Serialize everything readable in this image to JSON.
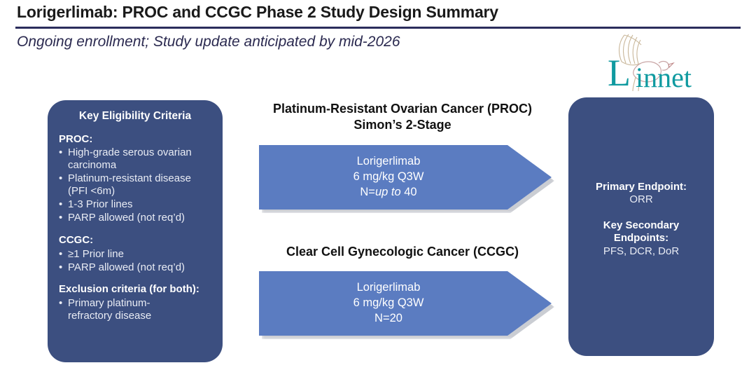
{
  "header": {
    "title": "Lorigerlimab: PROC and CCGC Phase 2 Study Design Summary",
    "subtitle": "Ongoing enrollment; Study update anticipated by mid-2026",
    "logo_text": "Linnet",
    "logo_icon": "dove-bird-icon"
  },
  "colors": {
    "navy_panel": "#3c4f80",
    "arrow_blue": "#5b7cc1",
    "rule_navy": "#2b2d5c",
    "title_black": "#1a1a1a",
    "subtitle_navy": "#2b2a50",
    "logo_teal": "#0f9aa0"
  },
  "eligibility": {
    "heading": "Key Eligibility Criteria",
    "groups": [
      {
        "label": "PROC:",
        "items": [
          {
            "line1": "High-grade serous ovarian",
            "line2": "carcinoma"
          },
          {
            "line1": "Platinum-resistant disease",
            "line2": "(PFI <6m)"
          },
          {
            "line1": "1-3 Prior lines",
            "line2": ""
          },
          {
            "line1": "PARP allowed (not req’d)",
            "line2": ""
          }
        ]
      },
      {
        "label": "CCGC:",
        "items": [
          {
            "line1": "≥1 Prior line",
            "line2": ""
          },
          {
            "line1": "PARP allowed (not req’d)",
            "line2": ""
          }
        ]
      },
      {
        "label": "Exclusion criteria (for both):",
        "items": [
          {
            "line1": "Primary platinum-",
            "line2": "refractory disease"
          }
        ]
      }
    ]
  },
  "cohorts": [
    {
      "heading_line1": "Platinum-Resistant Ovarian Cancer (PROC)",
      "heading_line2": "Simon’s 2-Stage",
      "arrow": {
        "drug": "Lorigerlimab",
        "dose": "6 mg/kg Q3W",
        "n_prefix": "N=",
        "n_italic": "up to",
        "n_suffix": " 40"
      }
    },
    {
      "heading_line1": "Clear Cell Gynecologic Cancer (CCGC)",
      "heading_line2": "",
      "arrow": {
        "drug": "Lorigerlimab",
        "dose": "6 mg/kg Q3W",
        "n_prefix": "N=20",
        "n_italic": "",
        "n_suffix": ""
      }
    }
  ],
  "endpoints": {
    "primary_label": "Primary Endpoint:",
    "primary_value": "ORR",
    "secondary_label_line1": "Key Secondary",
    "secondary_label_line2": "Endpoints:",
    "secondary_value": "PFS, DCR, DoR"
  }
}
